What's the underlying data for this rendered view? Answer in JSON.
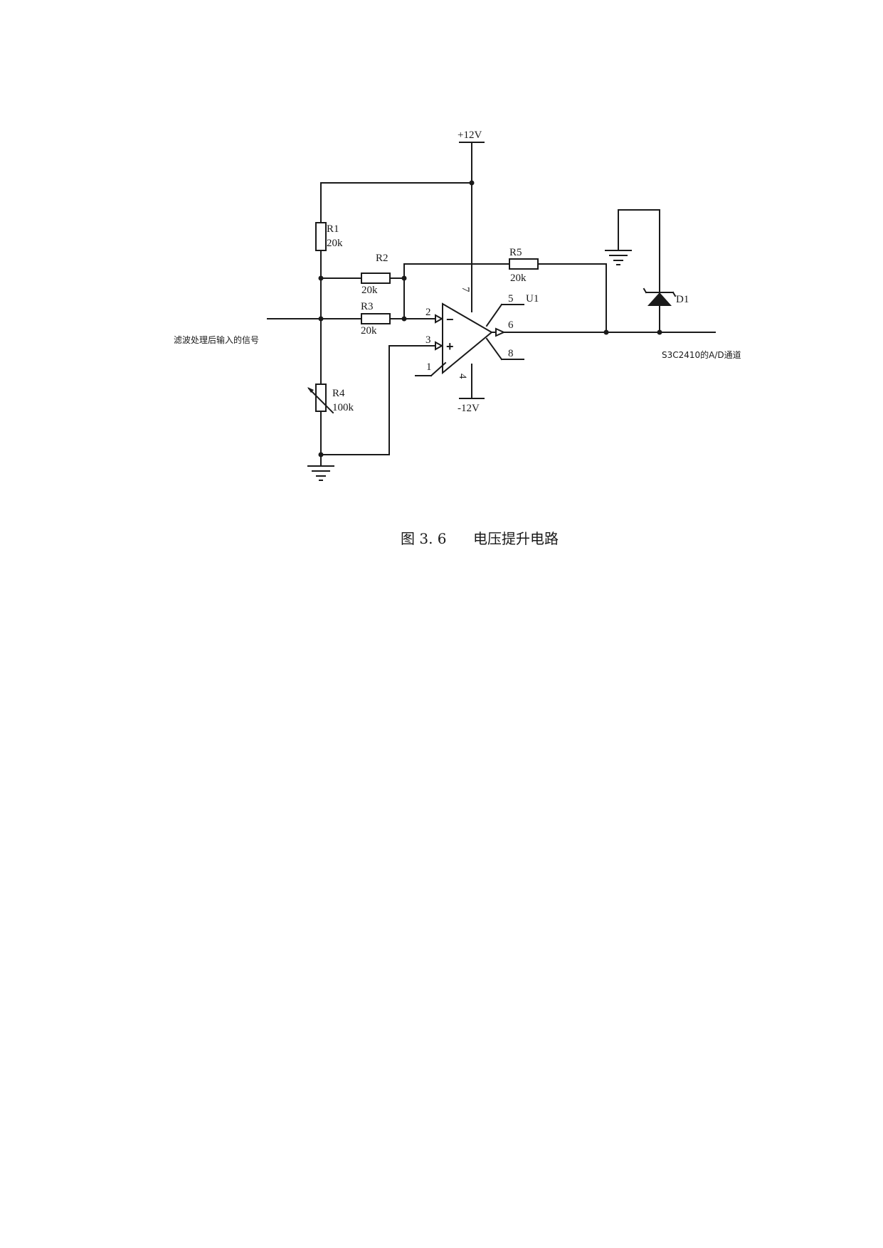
{
  "diagram": {
    "supply": {
      "positive": "+12V",
      "negative": "-12V"
    },
    "resistors": [
      {
        "ref": "R1",
        "value": "20k"
      },
      {
        "ref": "R2",
        "value": "20k"
      },
      {
        "ref": "R3",
        "value": "20k"
      },
      {
        "ref": "R4",
        "value": "100k"
      },
      {
        "ref": "R5",
        "value": "20k"
      }
    ],
    "opamp": {
      "ref": "U1",
      "pins": {
        "inv": "2",
        "noninv": "3",
        "out": "6",
        "pin1": "1",
        "pin5": "5",
        "pin8": "8",
        "vplus": "7",
        "vminus": "4"
      },
      "inv_sign": "−",
      "noninv_sign": "+"
    },
    "diode": {
      "ref": "D1"
    },
    "input_label": "滤波处理后输入的信号",
    "output_label": "S3C2410的A/D通道"
  },
  "caption": {
    "number": "图 3. 6",
    "title": "电压提升电路"
  }
}
